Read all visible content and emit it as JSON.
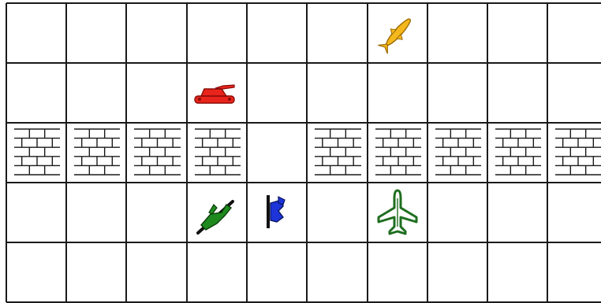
{
  "board": {
    "rows": 5,
    "cols": 10,
    "wall_row": 3,
    "wall_cols": [
      1,
      2,
      3,
      4,
      6,
      7,
      8,
      9,
      10
    ],
    "open_gap_col": 5
  },
  "pieces": [
    {
      "id": "yellow-missile",
      "kind": "missile",
      "row": 1,
      "col": 7,
      "color": "#f5b81c",
      "outline": "#9a6a00"
    },
    {
      "id": "red-tank",
      "kind": "tank",
      "row": 2,
      "col": 4,
      "color": "#e8241c",
      "outline": "#8a0c08"
    },
    {
      "id": "green-artillery",
      "kind": "artillery",
      "row": 4,
      "col": 4,
      "color": "#1e8a1e",
      "outline": "#0a3d0a"
    },
    {
      "id": "blue-soldier",
      "kind": "infantry",
      "row": 4,
      "col": 5,
      "color": "#1c34d8",
      "outline": "#0a1460"
    },
    {
      "id": "green-plane",
      "kind": "plane",
      "row": 4,
      "col": 7,
      "color": "#ffffff",
      "outline": "#1e6e1e"
    }
  ],
  "colors": {
    "grid": "#1a1a1a",
    "wall_fill": "#ffffff",
    "wall_mortar": "#1a1a1a"
  }
}
